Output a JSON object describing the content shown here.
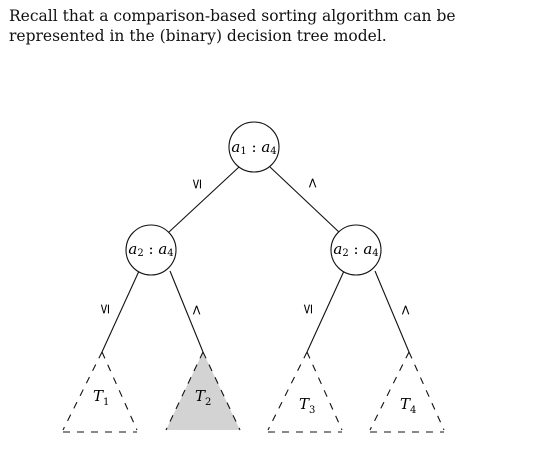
{
  "intro_text": "Recall that a comparison-based sorting algorithm can be represented in the (binary) decision tree model.",
  "tree": {
    "root": {
      "var": "a",
      "i": "1",
      "j": "4",
      "op": ":"
    },
    "left": {
      "var": "a",
      "i": "2",
      "j": "4",
      "op": ":"
    },
    "right": {
      "var": "a",
      "i": "2",
      "j": "4",
      "op": ":"
    },
    "edge_labels": {
      "le": "≤",
      "gt": ">"
    },
    "subtrees": [
      {
        "name": "T",
        "index": "1",
        "shaded": false
      },
      {
        "name": "T",
        "index": "2",
        "shaded": true
      },
      {
        "name": "T",
        "index": "3",
        "shaded": false
      },
      {
        "name": "T",
        "index": "4",
        "shaded": false
      }
    ],
    "shade_color": "#d3d3d3"
  }
}
